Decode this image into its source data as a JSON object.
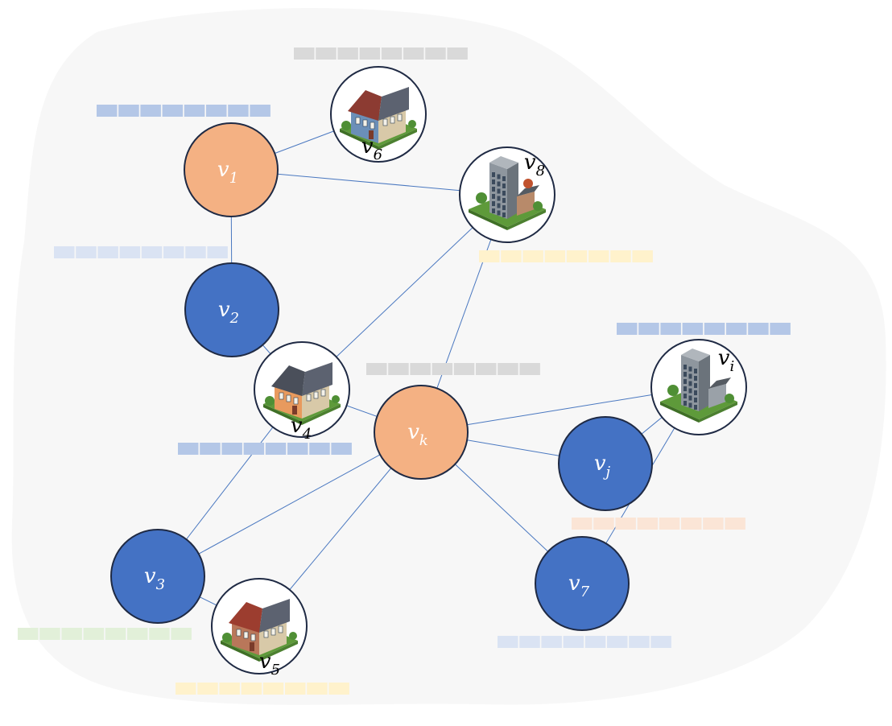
{
  "colors": {
    "edge": "#4a78c0",
    "blue_node": "#4472c4",
    "orange_node": "#f4b183",
    "node_outline": "#1f2a44",
    "bar_blue": "#b4c7e7",
    "bar_light_blue": "#dae3f3",
    "bar_gray": "#d9d9d9",
    "bar_yellow": "#fff2cc",
    "bar_peach": "#fbe5d6",
    "bar_green": "#e2f0d9",
    "background_blob": "#f7f7f7"
  },
  "nodes": [
    {
      "id": "v1",
      "name": "v",
      "sub": "1",
      "kind": "orange-circle"
    },
    {
      "id": "v2",
      "name": "v",
      "sub": "2",
      "kind": "blue-circle"
    },
    {
      "id": "v3",
      "name": "v",
      "sub": "3",
      "kind": "blue-circle"
    },
    {
      "id": "v4",
      "name": "v",
      "sub": "4",
      "kind": "house",
      "icon": "two-story-house-icon"
    },
    {
      "id": "v5",
      "name": "v",
      "sub": "5",
      "kind": "house",
      "icon": "townhouse-icon"
    },
    {
      "id": "v6",
      "name": "v",
      "sub": "6",
      "kind": "house",
      "icon": "cottage-house-icon"
    },
    {
      "id": "v7",
      "name": "v",
      "sub": "7",
      "kind": "blue-circle"
    },
    {
      "id": "v8",
      "name": "v",
      "sub": "8",
      "kind": "house",
      "icon": "apartment-building-icon"
    },
    {
      "id": "vk",
      "name": "v",
      "sub": "k",
      "kind": "orange-circle"
    },
    {
      "id": "vj",
      "name": "v",
      "sub": "j",
      "kind": "blue-circle"
    },
    {
      "id": "vi",
      "name": "v",
      "sub": "i",
      "kind": "house",
      "icon": "office-building-icon"
    }
  ],
  "edges": [
    [
      "v1",
      "v6"
    ],
    [
      "v1",
      "v8"
    ],
    [
      "v1",
      "v2"
    ],
    [
      "v2",
      "v4"
    ],
    [
      "v4",
      "v8"
    ],
    [
      "v4",
      "vk"
    ],
    [
      "v4",
      "v3"
    ],
    [
      "vk",
      "v8"
    ],
    [
      "vk",
      "v3"
    ],
    [
      "vk",
      "v5"
    ],
    [
      "v3",
      "v5"
    ],
    [
      "vk",
      "vi"
    ],
    [
      "vk",
      "vj"
    ],
    [
      "vk",
      "v7"
    ],
    [
      "vj",
      "vi"
    ],
    [
      "v7",
      "vi"
    ]
  ],
  "feature_bars": [
    {
      "node": "v6",
      "color": "bar_gray"
    },
    {
      "node": "v1",
      "color": "bar_blue"
    },
    {
      "node": "v2",
      "color": "bar_light_blue"
    },
    {
      "node": "v8",
      "color": "bar_yellow"
    },
    {
      "node": "vk",
      "color": "bar_gray"
    },
    {
      "node": "vi",
      "color": "bar_blue"
    },
    {
      "node": "v4",
      "color": "bar_blue"
    },
    {
      "node": "vj",
      "color": "bar_peach"
    },
    {
      "node": "v7",
      "color": "bar_light_blue"
    },
    {
      "node": "v3",
      "color": "bar_green"
    },
    {
      "node": "v5",
      "color": "bar_yellow"
    }
  ]
}
